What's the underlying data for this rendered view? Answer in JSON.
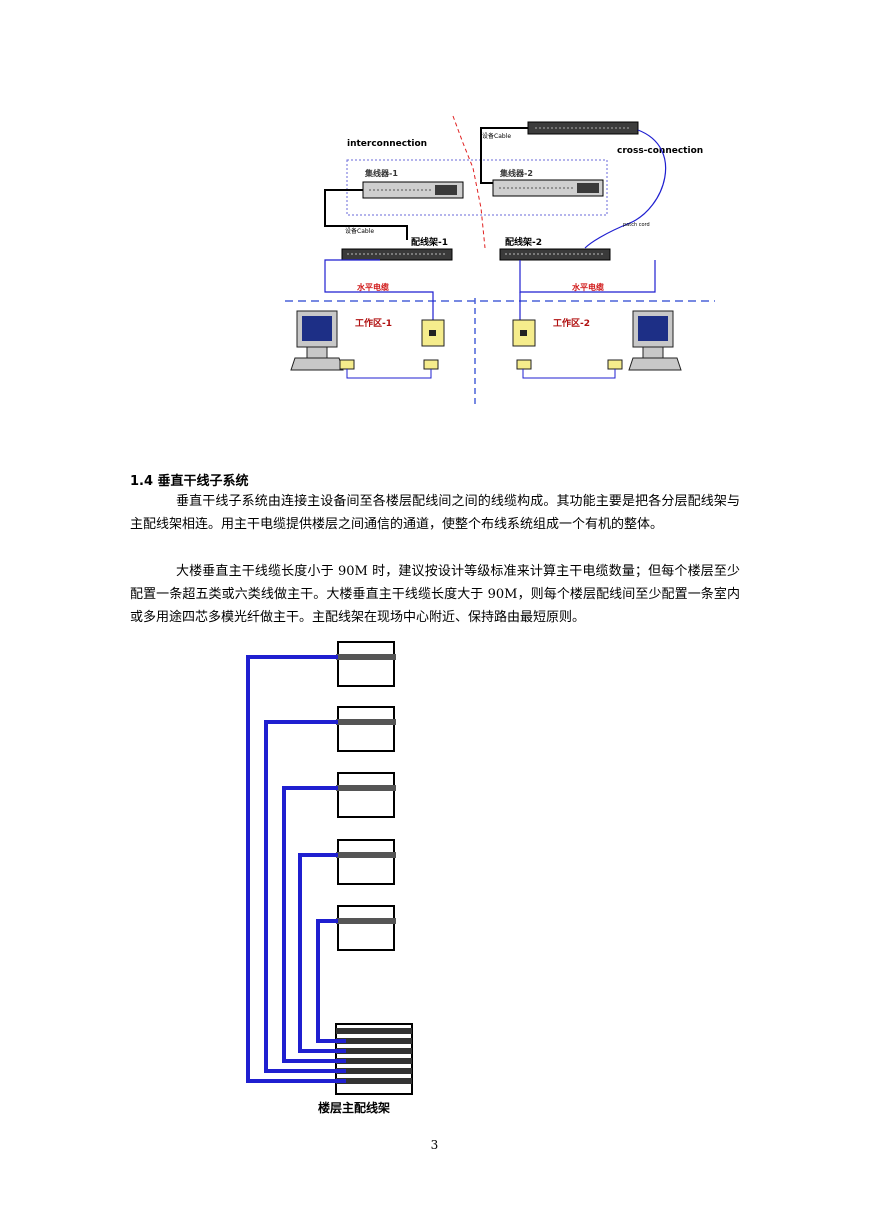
{
  "figure1": {
    "interconnection": "interconnection",
    "cross_connection": "cross-connection",
    "hub1": "集线器-1",
    "hub2": "集线器-2",
    "device_cable": "设备Cable",
    "patch_panel1": "配线架-1",
    "patch_panel2": "配线架-2",
    "patch_cord": "patch cord",
    "horizontal_cable": "水平电缆",
    "work_area1": "工作区-1",
    "work_area2": "工作区-2"
  },
  "section": {
    "title": "1.4 垂直干线子系统",
    "paragraphs": [
      "垂直干线子系统由连接主设备间至各楼层配线间之间的线缆构成。其功能主要是把各分层配线架与主配线架相连。用主干电缆提供楼层之间通信的通道，使整个布线系统组成一个有机的整体。",
      "大楼垂直主干线缆长度小于 90M 时，建议按设计等级标准来计算主干电缆数量；但每个楼层至少配置一条超五类或六类线做主干。大楼垂直主干线缆长度大于 90M，则每个楼层配线间至少配置一条室内或多用途四芯多模光纤做主干。主配线架在现场中心附近、保持路由最短原则。"
    ]
  },
  "figure2": {
    "caption": "楼层主配线架"
  },
  "page": {
    "number": "3"
  },
  "colors": {
    "cable_blue": "#1f1fd0",
    "dashed_blue": "#4a62d8",
    "red_dash": "#e02020",
    "pc_blue": "#1d2f86",
    "jack_yellow": "#f5ec8c"
  }
}
